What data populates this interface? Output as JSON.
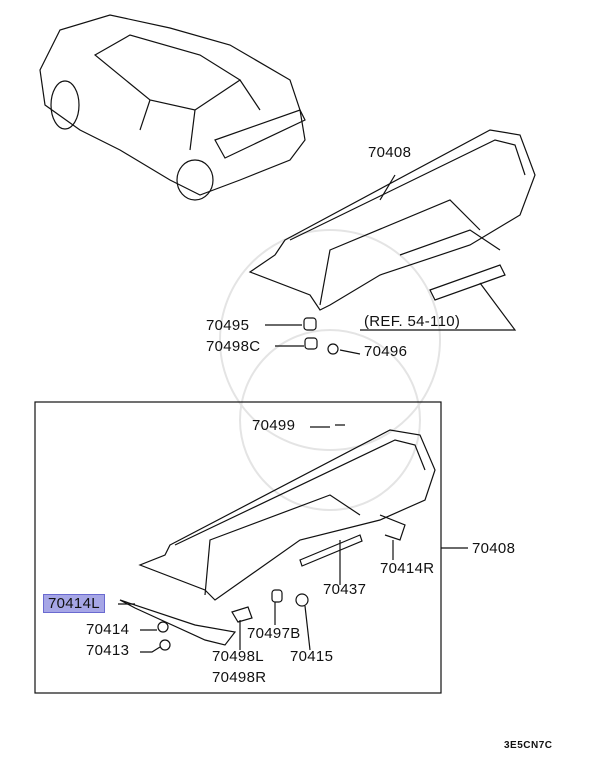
{
  "diagram": {
    "labels": {
      "p70408_top": "70408",
      "p70495": "70495",
      "p70498C": "70498C",
      "p70496": "70496",
      "ref": "(REF. 54-110)",
      "p70499": "70499",
      "p70408_right": "70408",
      "p70414R": "70414R",
      "p70437": "70437",
      "p70414L": "70414L",
      "p70414": "70414",
      "p70413": "70413",
      "p70497B": "70497B",
      "p70415": "70415",
      "p70498L": "70498L",
      "p70498R": "70498R"
    },
    "highlight_color": "#a6a6e6",
    "diagram_code": "3E5CN7C"
  }
}
